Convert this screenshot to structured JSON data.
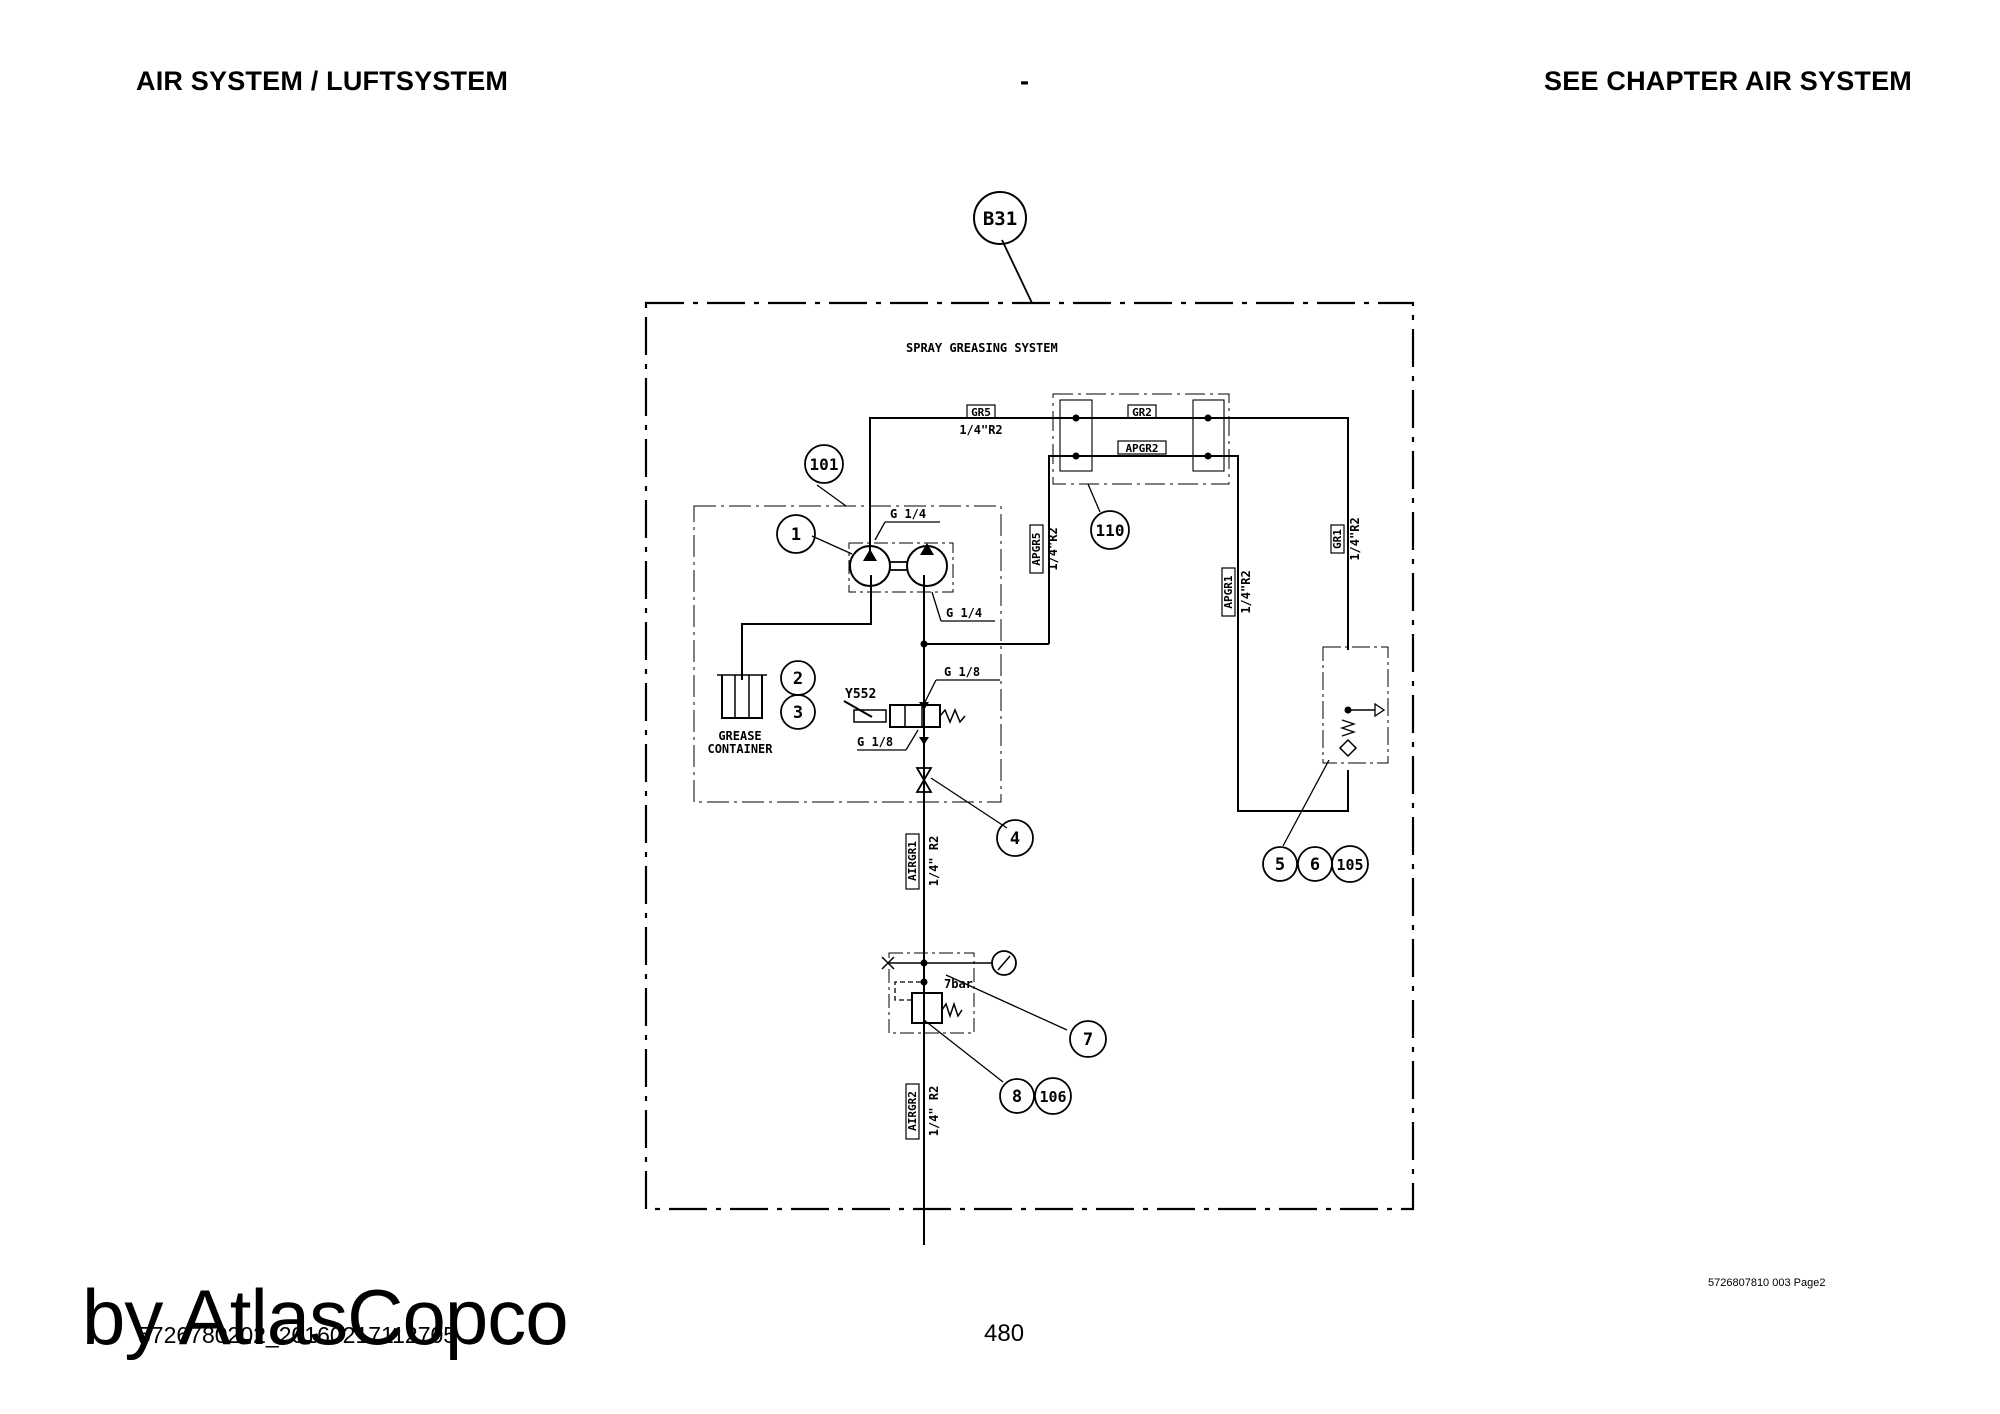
{
  "header": {
    "left": "AIR SYSTEM / LUFTSYSTEM",
    "center": "-",
    "right": "SEE CHAPTER AIR SYSTEM"
  },
  "diagram": {
    "system_ref": "B31",
    "title": "SPRAY GREASING SYSTEM",
    "item_refs": {
      "pump_unit": "101",
      "pump": "1",
      "valve_a": "2",
      "valve_b": "3",
      "needle_valve": "4",
      "nozzle_a": "5",
      "nozzle_b": "6",
      "nozzle_c": "105",
      "gauge": "7",
      "regulator_a": "8",
      "regulator_b": "106",
      "block": "110"
    },
    "hose_labels": {
      "gr5": "GR5",
      "gr5_size": "1/4\"R2",
      "gr2": "GR2",
      "apgr2": "APGR2",
      "apgr5": "APGR5",
      "apgr5_size": "1/4\"R2",
      "apgr1": "APGR1",
      "apgr1_size": "1/4\"R2",
      "gr1": "GR1",
      "gr1_size": "1/4\"R2",
      "airgr1": "AIRGR1",
      "airgr1_size": "1/4\" R2",
      "airgr2": "AIRGR2",
      "airgr2_size": "1/4\" R2"
    },
    "port_labels": {
      "pump_in": "G 1/4",
      "pump_out": "G 1/4",
      "valve_in": "G 1/8",
      "valve_out": "G 1/8"
    },
    "valve_tag": "Y552",
    "regulator_setting": "7bar",
    "container_label_line1": "GREASE",
    "container_label_line2": "CONTAINER"
  },
  "footer": {
    "doc_ref": "5726807810 003 Page2",
    "page_number": "480",
    "file_id": "5726780202_20160217112705",
    "watermark": "by AtlasCopco"
  }
}
